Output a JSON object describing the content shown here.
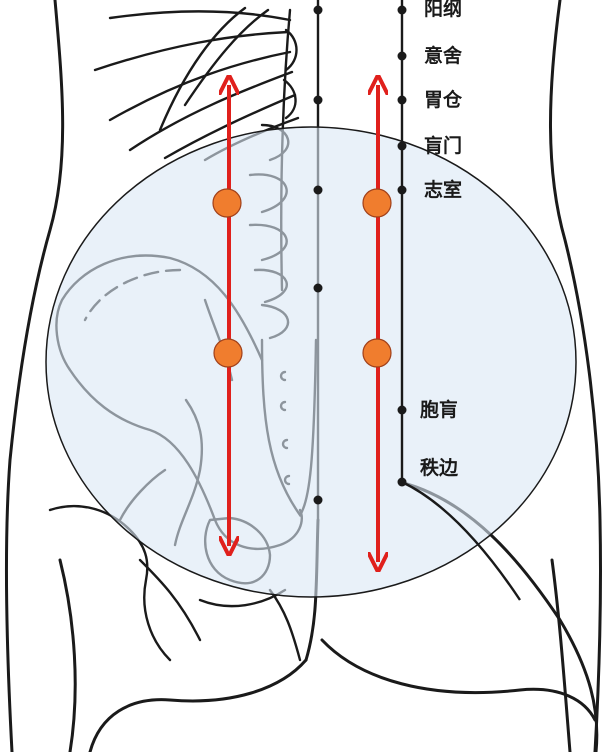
{
  "colors": {
    "line": "#1a1a1a",
    "overlay_fill": "#dbe8f5",
    "arrow": "#e0201c",
    "marker_fill": "#f07d2e",
    "marker_stroke": "#a0401a"
  },
  "acupoints": [
    {
      "label": "阳纲"
    },
    {
      "label": "意舍"
    },
    {
      "label": "胃仓"
    },
    {
      "label": "肓门"
    },
    {
      "label": "志室"
    },
    {
      "label": "胞肓"
    },
    {
      "label": "秩边"
    }
  ],
  "markers": [
    {
      "name": "marker-left-upper"
    },
    {
      "name": "marker-right-upper"
    },
    {
      "name": "marker-left-lower"
    },
    {
      "name": "marker-right-lower"
    }
  ],
  "arrows": [
    {
      "name": "arrow-left-vertical"
    },
    {
      "name": "arrow-right-vertical"
    }
  ]
}
